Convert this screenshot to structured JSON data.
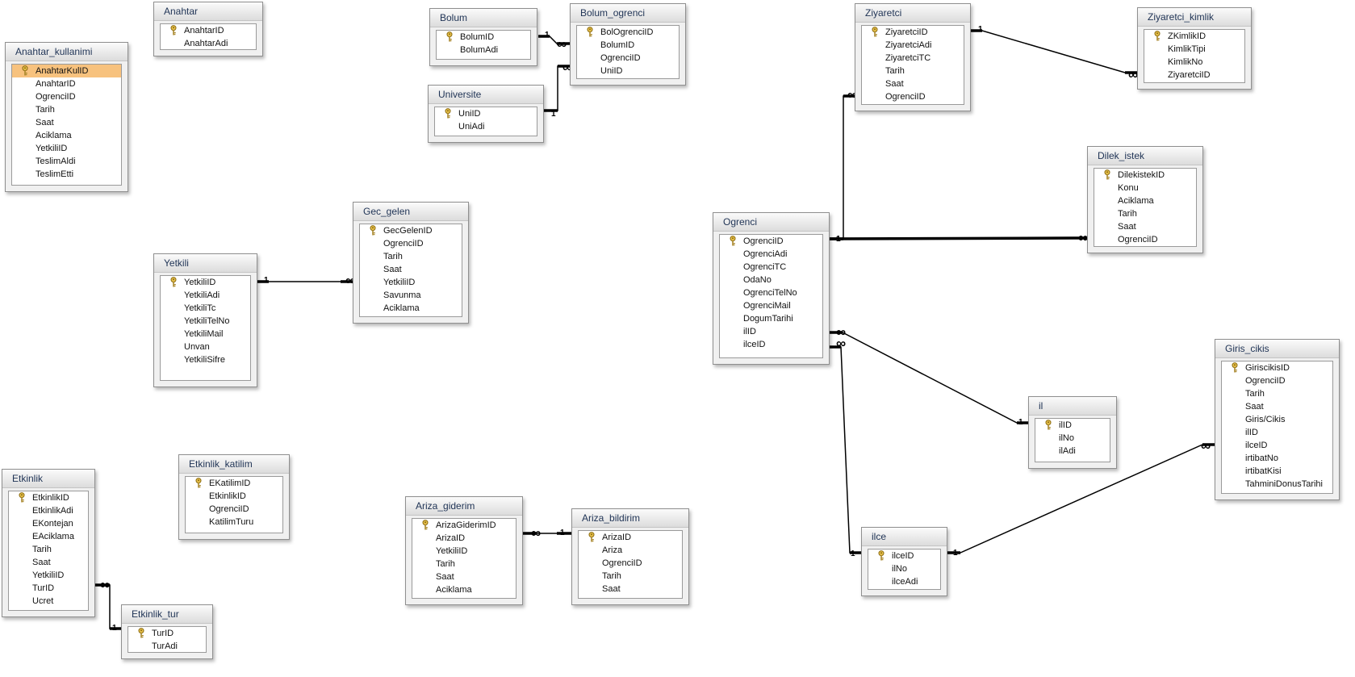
{
  "tables": [
    {
      "id": "anahtar",
      "name": "Anahtar",
      "fields": [
        "AnahtarID",
        "AnahtarAdi"
      ],
      "pk": 0
    },
    {
      "id": "anahtar_kullanimi",
      "name": "Anahtar_kullanimi",
      "fields": [
        "AnahtarKulID",
        "AnahtarID",
        "OgrenciID",
        "Tarih",
        "Saat",
        "Aciklama",
        "YetkiliID",
        "TeslimAldi",
        "TeslimEtti"
      ],
      "pk": 0,
      "selected": 0
    },
    {
      "id": "bolum",
      "name": "Bolum",
      "fields": [
        "BolumID",
        "BolumAdi"
      ],
      "pk": 0
    },
    {
      "id": "bolum_ogrenci",
      "name": "Bolum_ogrenci",
      "fields": [
        "BolOgrenciID",
        "BolumID",
        "OgrenciID",
        "UniID"
      ],
      "pk": 0
    },
    {
      "id": "universite",
      "name": "Universite",
      "fields": [
        "UniID",
        "UniAdi"
      ],
      "pk": 0
    },
    {
      "id": "ziyaretci",
      "name": "Ziyaretci",
      "fields": [
        "ZiyaretciID",
        "ZiyaretciAdi",
        "ZiyaretciTC",
        "Tarih",
        "Saat",
        "OgrenciID"
      ],
      "pk": 0
    },
    {
      "id": "ziyaretci_kimlik",
      "name": "Ziyaretci_kimlik",
      "fields": [
        "ZKimlikID",
        "KimlikTipi",
        "KimlikNo",
        "ZiyaretciID"
      ],
      "pk": 0
    },
    {
      "id": "dilek_istek",
      "name": "Dilek_istek",
      "fields": [
        "DilekistekID",
        "Konu",
        "Aciklama",
        "Tarih",
        "Saat",
        "OgrenciID"
      ],
      "pk": 0
    },
    {
      "id": "gec_gelen",
      "name": "Gec_gelen",
      "fields": [
        "GecGelenID",
        "OgrenciID",
        "Tarih",
        "Saat",
        "YetkiliID",
        "Savunma",
        "Aciklama"
      ],
      "pk": 0
    },
    {
      "id": "yetkili",
      "name": "Yetkili",
      "fields": [
        "YetkiliID",
        "YetkiliAdi",
        "YetkiliTc",
        "YetkiliTelNo",
        "YetkiliMail",
        "Unvan",
        "YetkiliSifre"
      ],
      "pk": 0
    },
    {
      "id": "ogrenci",
      "name": "Ogrenci",
      "fields": [
        "OgrenciID",
        "OgrenciAdi",
        "OgrenciTC",
        "OdaNo",
        "OgrenciTelNo",
        "OgrenciMail",
        "DogumTarihi",
        "ilID",
        "ilceID"
      ],
      "pk": 0
    },
    {
      "id": "giris_cikis",
      "name": "Giris_cikis",
      "fields": [
        "GiriscikisID",
        "OgrenciID",
        "Tarih",
        "Saat",
        "Giris/Cikis",
        "ilID",
        "ilceID",
        "irtibatNo",
        "irtibatKisi",
        "TahminiDonusTarihi"
      ],
      "pk": 0
    },
    {
      "id": "il",
      "name": "il",
      "fields": [
        "ilID",
        "ilNo",
        "ilAdi"
      ],
      "pk": 0
    },
    {
      "id": "ilce",
      "name": "ilce",
      "fields": [
        "ilceID",
        "ilNo",
        "ilceAdi"
      ],
      "pk": 0
    },
    {
      "id": "etkinlik",
      "name": "Etkinlik",
      "fields": [
        "EtkinlikID",
        "EtkinlikAdi",
        "EKontejan",
        "EAciklama",
        "Tarih",
        "Saat",
        "YetkiliID",
        "TurID",
        "Ucret"
      ],
      "pk": 0
    },
    {
      "id": "etkinlik_katilim",
      "name": "Etkinlik_katilim",
      "fields": [
        "EKatilimID",
        "EtkinlikID",
        "OgrenciID",
        "KatilimTuru"
      ],
      "pk": 0
    },
    {
      "id": "etkinlik_tur",
      "name": "Etkinlik_tur",
      "fields": [
        "TurID",
        "TurAdi"
      ],
      "pk": 0
    },
    {
      "id": "ariza_giderim",
      "name": "Ariza_giderim",
      "fields": [
        "ArizaGiderimID",
        "ArizaID",
        "YetkiliID",
        "Tarih",
        "Saat",
        "Aciklama"
      ],
      "pk": 0
    },
    {
      "id": "ariza_bildirim",
      "name": "Ariza_bildirim",
      "fields": [
        "ArizaID",
        "Ariza",
        "OgrenciID",
        "Tarih",
        "Saat"
      ],
      "pk": 0
    }
  ],
  "relations": [
    {
      "from": "bolum",
      "to": "bolum_ogrenci",
      "one": "1",
      "many": "∞"
    },
    {
      "from": "universite",
      "to": "bolum_ogrenci",
      "one": "1",
      "many": "∞"
    },
    {
      "from": "ziyaretci",
      "to": "ziyaretci_kimlik",
      "one": "1",
      "many": "∞"
    },
    {
      "from": "ogrenci",
      "to": "ziyaretci",
      "one": "1",
      "many": "∞"
    },
    {
      "from": "ogrenci",
      "to": "dilek_istek",
      "one": "1",
      "many": "∞"
    },
    {
      "from": "yetkili",
      "to": "gec_gelen",
      "one": "1",
      "many": "∞"
    },
    {
      "from": "il",
      "to": "ogrenci",
      "one": "1",
      "many": "∞"
    },
    {
      "from": "ilce",
      "to": "ogrenci",
      "one": "1",
      "many": "∞"
    },
    {
      "from": "ilce",
      "to": "giris_cikis",
      "one": "1",
      "many": "∞"
    },
    {
      "from": "etkinlik_tur",
      "to": "etkinlik",
      "one": "1",
      "many": "∞"
    },
    {
      "from": "ariza_bildirim",
      "to": "ariza_giderim",
      "one": "1",
      "many": "∞"
    }
  ]
}
